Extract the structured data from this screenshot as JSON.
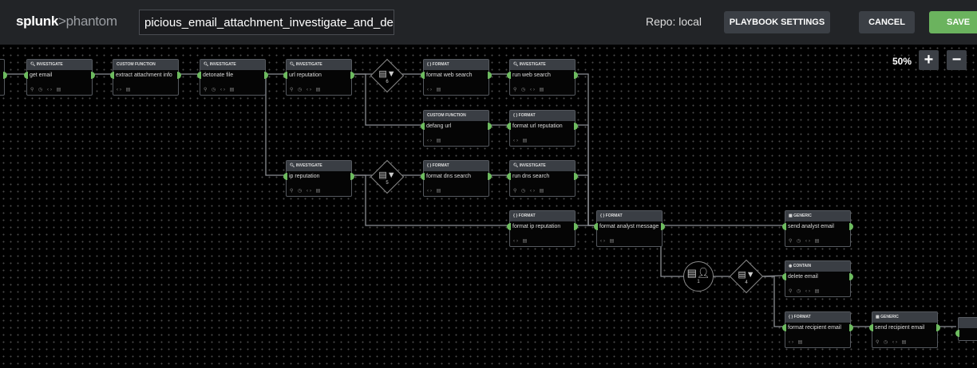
{
  "header": {
    "logo_a": "splunk",
    "logo_sep": ">",
    "logo_b": "phantom",
    "playbook_name": "picious_email_attachment_investigate_and_del",
    "repo": "Repo: local",
    "settings": "PLAYBOOK SETTINGS",
    "cancel": "CANCEL",
    "save": "SAVE"
  },
  "colors": {
    "save": "#6bb35e",
    "port": "#6dbb5f",
    "header": "#222427"
  },
  "zoom": {
    "level": "50%",
    "plus": "+",
    "minus": "−"
  },
  "nodes": [
    {
      "type": "Investigate",
      "title": "get email",
      "icons": "⚲ ◷ ‹› ▤"
    },
    {
      "type": "Custom Function",
      "title": "extract attachment info",
      "icons": "‹› ▤"
    },
    {
      "type": "Investigate",
      "title": "detonate file",
      "icons": "⚲ ◷ ‹› ▤"
    },
    {
      "type": "Investigate",
      "title": "url reputation",
      "icons": "⚲ ◷ ‹› ▤"
    },
    {
      "type": "Format",
      "title": "format web search",
      "icons": "‹› ▤"
    },
    {
      "type": "Investigate",
      "title": "run web search",
      "icons": "⚲ ◷ ‹› ▤"
    },
    {
      "type": "Custom Function",
      "title": "defang url",
      "icons": "‹› ▤"
    },
    {
      "type": "Format",
      "title": "format url reputation",
      "icons": "‹› ▤"
    },
    {
      "type": "Investigate",
      "title": "ip reputation",
      "icons": "⚲ ◷ ‹› ▤"
    },
    {
      "type": "Format",
      "title": "format dns search",
      "icons": "‹› ▤"
    },
    {
      "type": "Investigate",
      "title": "run dns search",
      "icons": "⚲ ◷ ‹› ▤"
    },
    {
      "type": "Format",
      "title": "format ip reputation",
      "icons": "‹› ▤"
    },
    {
      "type": "Format",
      "title": "format analyst message",
      "icons": "‹› ▤"
    },
    {
      "type": "Generic",
      "title": "send analyst email",
      "icons": "⚲ ◷ ‹› ▤"
    },
    {
      "type": "Contain",
      "title": "delete email",
      "icons": "⚲ ◷ ‹› ▤"
    },
    {
      "type": "Format",
      "title": "format recipient email",
      "icons": "‹› ▤"
    },
    {
      "type": "Generic",
      "title": "send recipient email",
      "icons": "⚲ ◷ ‹› ▤"
    }
  ],
  "decisions": [
    {
      "label": "6"
    },
    {
      "label": "5"
    },
    {
      "label": "4"
    }
  ],
  "prompt": {
    "label": "1"
  }
}
